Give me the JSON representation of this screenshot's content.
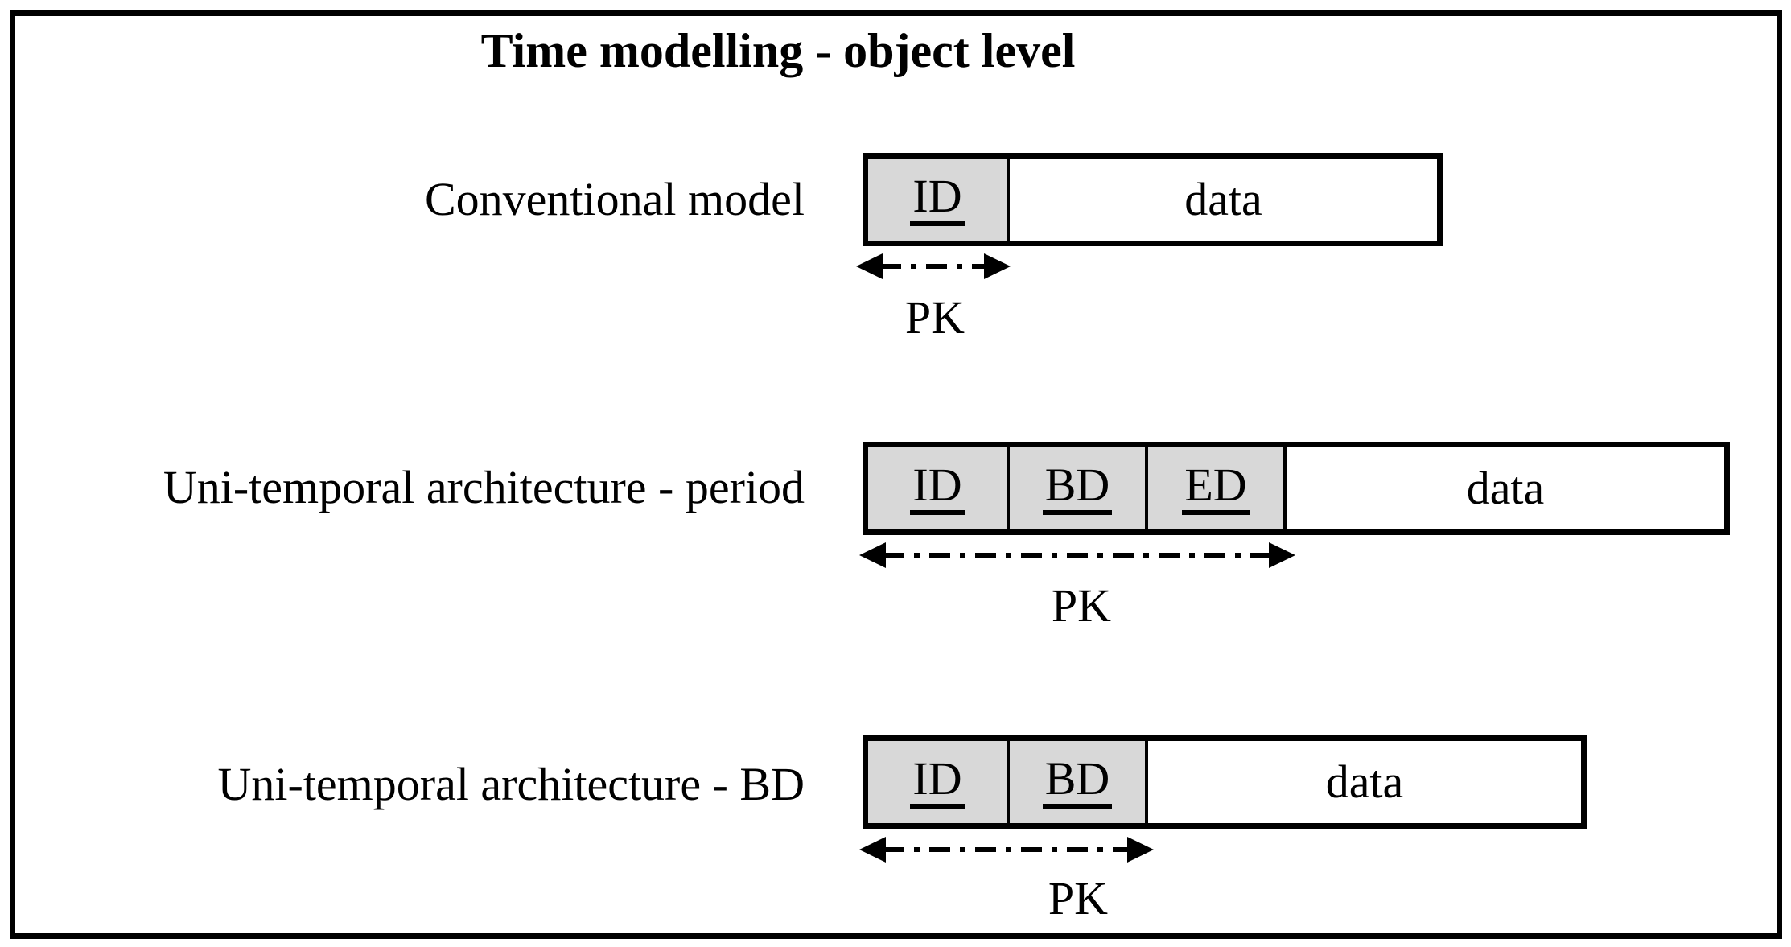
{
  "title": "Time modelling - object level",
  "diagram": {
    "rows": [
      {
        "label": "Conventional model",
        "cells": [
          {
            "text": "ID",
            "type": "key"
          },
          {
            "text": "data",
            "type": "data"
          }
        ],
        "pk_label": "PK",
        "pk_arrow_icon": "double-headed-dash-dot-arrow",
        "pk_spans_fields": [
          "ID"
        ]
      },
      {
        "label": "Uni-temporal architecture - period",
        "cells": [
          {
            "text": "ID",
            "type": "key"
          },
          {
            "text": "BD",
            "type": "key"
          },
          {
            "text": "ED",
            "type": "key"
          },
          {
            "text": "data",
            "type": "data"
          }
        ],
        "pk_label": "PK",
        "pk_arrow_icon": "double-headed-dash-dot-arrow",
        "pk_spans_fields": [
          "ID",
          "BD",
          "ED"
        ]
      },
      {
        "label": "Uni-temporal architecture - BD",
        "cells": [
          {
            "text": "ID",
            "type": "key"
          },
          {
            "text": "BD",
            "type": "key"
          },
          {
            "text": "data",
            "type": "data"
          }
        ],
        "pk_label": "PK",
        "pk_arrow_icon": "double-headed-dash-dot-arrow",
        "pk_spans_fields": [
          "ID",
          "BD"
        ]
      }
    ],
    "colors": {
      "key_cell_bg": "#d8d8d8",
      "line": "#000000",
      "background": "#ffffff"
    }
  }
}
